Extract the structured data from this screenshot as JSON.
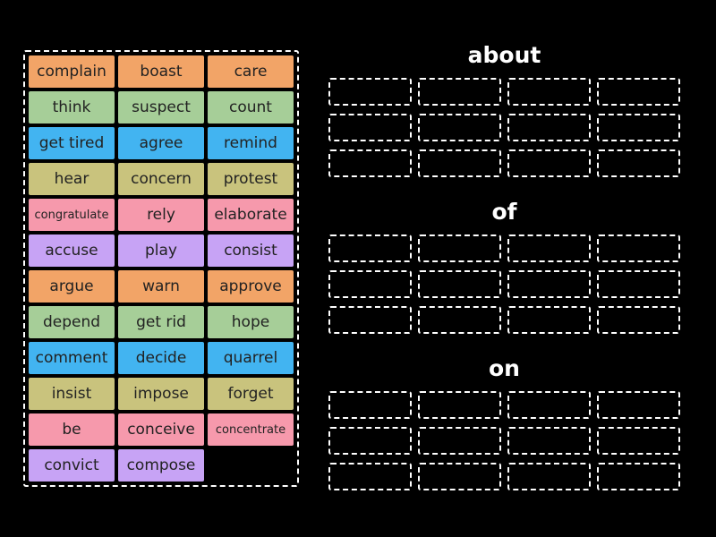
{
  "background_color": "#000000",
  "tile_text_color": "#222222",
  "tile_colors": {
    "orange": "#f2a467",
    "green": "#a6ce98",
    "blue": "#42b4f1",
    "olive": "#c9c37d",
    "pink": "#f699ac",
    "purple": "#c7a3f5"
  },
  "source_panel": {
    "tiles": [
      {
        "label": "complain",
        "color": "orange"
      },
      {
        "label": "boast",
        "color": "orange"
      },
      {
        "label": "care",
        "color": "orange"
      },
      {
        "label": "think",
        "color": "green"
      },
      {
        "label": "suspect",
        "color": "green"
      },
      {
        "label": "count",
        "color": "green"
      },
      {
        "label": "get tired",
        "color": "blue"
      },
      {
        "label": "agree",
        "color": "blue"
      },
      {
        "label": "remind",
        "color": "blue"
      },
      {
        "label": "hear",
        "color": "olive"
      },
      {
        "label": "concern",
        "color": "olive"
      },
      {
        "label": "protest",
        "color": "olive"
      },
      {
        "label": "congratulate",
        "color": "pink"
      },
      {
        "label": "rely",
        "color": "pink"
      },
      {
        "label": "elaborate",
        "color": "pink"
      },
      {
        "label": "accuse",
        "color": "purple"
      },
      {
        "label": "play",
        "color": "purple"
      },
      {
        "label": "consist",
        "color": "purple"
      },
      {
        "label": "argue",
        "color": "orange"
      },
      {
        "label": "warn",
        "color": "orange"
      },
      {
        "label": "approve",
        "color": "orange"
      },
      {
        "label": "depend",
        "color": "green"
      },
      {
        "label": "get rid",
        "color": "green"
      },
      {
        "label": "hope",
        "color": "green"
      },
      {
        "label": "comment",
        "color": "blue"
      },
      {
        "label": "decide",
        "color": "blue"
      },
      {
        "label": "quarrel",
        "color": "blue"
      },
      {
        "label": "insist",
        "color": "olive"
      },
      {
        "label": "impose",
        "color": "olive"
      },
      {
        "label": "forget",
        "color": "olive"
      },
      {
        "label": "be",
        "color": "pink"
      },
      {
        "label": "conceive",
        "color": "pink"
      },
      {
        "label": "concentrate",
        "color": "pink"
      },
      {
        "label": "convict",
        "color": "purple"
      },
      {
        "label": "compose",
        "color": "purple"
      }
    ]
  },
  "groups": [
    {
      "label": "about",
      "slots": 12,
      "columns": 4
    },
    {
      "label": "of",
      "slots": 12,
      "columns": 4
    },
    {
      "label": "on",
      "slots": 12,
      "columns": 4
    }
  ]
}
